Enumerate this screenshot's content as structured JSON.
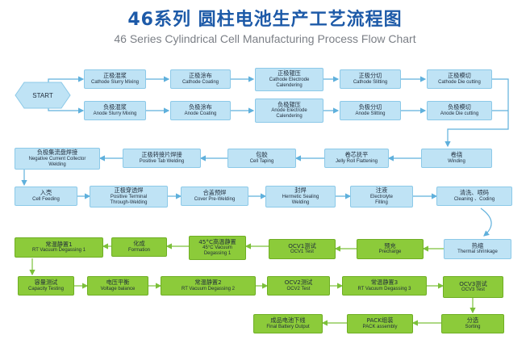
{
  "title_cn": "46系列 圆柱电池生产工艺流程图",
  "title_en": "46 Series Cylindrical Cell Manufacturing Process Flow Chart",
  "start": "START",
  "colors": {
    "blue_fill": "#bfe3f5",
    "green_fill": "#8ccb3a",
    "arrow_blue": "#5fb0dc",
    "arrow_green": "#7cc03a",
    "title": "#1d5aa8"
  },
  "nodes": [
    {
      "id": "n1",
      "cn": "正极混浆",
      "en": [
        "Cathode Slurry Mixing"
      ],
      "style": "blue"
    },
    {
      "id": "n2",
      "cn": "正极涂布",
      "en": [
        "Cathode Coating"
      ],
      "style": "blue"
    },
    {
      "id": "n3",
      "cn": "正极辊压",
      "en": [
        "Cathode Electrode",
        "Calendering"
      ],
      "style": "blue"
    },
    {
      "id": "n4",
      "cn": "正极分切",
      "en": [
        "Cathode Slitting"
      ],
      "style": "blue"
    },
    {
      "id": "n5",
      "cn": "正极模切",
      "en": [
        "Cathode Die cutting"
      ],
      "style": "blue"
    },
    {
      "id": "n6",
      "cn": "负极混浆",
      "en": [
        "Anode Slurry Mixing"
      ],
      "style": "blue"
    },
    {
      "id": "n7",
      "cn": "负极涂布",
      "en": [
        "Anode Coating"
      ],
      "style": "blue"
    },
    {
      "id": "n8",
      "cn": "负极辊压",
      "en": [
        "Anode Electrode",
        "Calendering"
      ],
      "style": "blue"
    },
    {
      "id": "n9",
      "cn": "负极分切",
      "en": [
        "Anode Slitting"
      ],
      "style": "blue"
    },
    {
      "id": "n10",
      "cn": "负极模切",
      "en": [
        "Anode Die cutting"
      ],
      "style": "blue"
    },
    {
      "id": "n11",
      "cn": "负极集流盘焊接",
      "en": [
        "Negative Current Collector",
        "Welding"
      ],
      "style": "blue"
    },
    {
      "id": "n12",
      "cn": "正极转接片焊接",
      "en": [
        "Positive Tab Welding"
      ],
      "style": "blue"
    },
    {
      "id": "n13",
      "cn": "包胶",
      "en": [
        "Cell Taping"
      ],
      "style": "blue"
    },
    {
      "id": "n14",
      "cn": "卷芯抚平",
      "en": [
        "Jelly Roll Flattening"
      ],
      "style": "blue"
    },
    {
      "id": "n15",
      "cn": "卷绕",
      "en": [
        "Winding"
      ],
      "style": "blue"
    },
    {
      "id": "n16",
      "cn": "入壳",
      "en": [
        "Cell Feeding"
      ],
      "style": "blue"
    },
    {
      "id": "n17",
      "cn": "正极穿透焊",
      "en": [
        "Positive Terminal",
        "Through-Welding"
      ],
      "style": "blue"
    },
    {
      "id": "n18",
      "cn": "合盖预焊",
      "en": [
        "Cover Pre-Welding"
      ],
      "style": "blue"
    },
    {
      "id": "n19",
      "cn": "封焊",
      "en": [
        "Hermetic Sealing",
        "Welding"
      ],
      "style": "blue"
    },
    {
      "id": "n20",
      "cn": "注液",
      "en": [
        "Electrolyte",
        "Filling"
      ],
      "style": "blue"
    },
    {
      "id": "n21",
      "cn": "清洗、喷码",
      "en": [
        "Cleaning 、Coding"
      ],
      "style": "blue"
    },
    {
      "id": "n22",
      "cn": "热缩",
      "en": [
        "Thermal shrinkage"
      ],
      "style": "blue"
    },
    {
      "id": "n23",
      "cn": "预充",
      "en": [
        "Precharge"
      ],
      "style": "green"
    },
    {
      "id": "n24",
      "cn": "OCV1测试",
      "en": [
        "OCV1 Test"
      ],
      "style": "green"
    },
    {
      "id": "n25",
      "cn": "45°C高温静置",
      "en": [
        "45°C Vacuum",
        "Degassing 1"
      ],
      "style": "green"
    },
    {
      "id": "n26",
      "cn": "化成",
      "en": [
        "Formation"
      ],
      "style": "green"
    },
    {
      "id": "n27",
      "cn": "常温静置1",
      "en": [
        "RT Vacuum Degassing 1"
      ],
      "style": "green"
    },
    {
      "id": "n28",
      "cn": "容量测试",
      "en": [
        "Capacity Testing"
      ],
      "style": "green"
    },
    {
      "id": "n29",
      "cn": "电压平衡",
      "en": [
        "Voltage balance"
      ],
      "style": "green"
    },
    {
      "id": "n30",
      "cn": "常温静置2",
      "en": [
        "RT Vacuum Degassing 2"
      ],
      "style": "green"
    },
    {
      "id": "n31",
      "cn": "OCV2测试",
      "en": [
        "OCV2 Test"
      ],
      "style": "green"
    },
    {
      "id": "n32",
      "cn": "常温静置3",
      "en": [
        "RT Vacuum Degassing 3"
      ],
      "style": "green"
    },
    {
      "id": "n33",
      "cn": "OCV3测试",
      "en": [
        "OCV3 Test"
      ],
      "style": "green"
    },
    {
      "id": "n34",
      "cn": "分选",
      "en": [
        "Sorting"
      ],
      "style": "green"
    },
    {
      "id": "n35",
      "cn": "PACK组装",
      "en": [
        "PACK assembly"
      ],
      "style": "green"
    },
    {
      "id": "n36",
      "cn": "成品电池下线",
      "en": [
        "Final Battery Output"
      ],
      "style": "green"
    }
  ]
}
